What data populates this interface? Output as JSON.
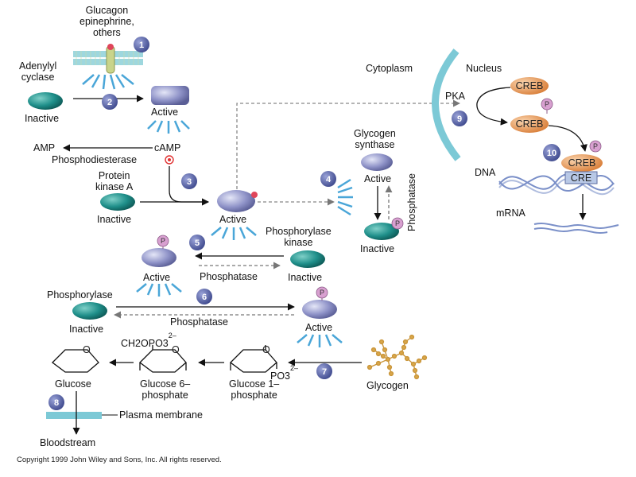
{
  "labels": {
    "hormones": [
      "Glucagon",
      "epinephrine,",
      "others"
    ],
    "adenylyl_cyclase": [
      "Adenylyl",
      "cyclase"
    ],
    "inactive_ac": "Inactive",
    "active_ac": "Active",
    "camp": "cAMP",
    "amp": "AMP",
    "phosphodiesterase": "Phosphodiesterase",
    "protein_kinase_a": [
      "Protein",
      "kinase A"
    ],
    "inactive_pka": "Inactive",
    "active_pka": "Active",
    "glycogen_synthase": [
      "Glycogen",
      "synthase"
    ],
    "gs_active": "Active",
    "gs_inactive": "Inactive",
    "gs_phosphatase": "Phosphatase",
    "phosphorylase_kinase": [
      "Phosphorylase",
      "kinase"
    ],
    "pk_inactive": "Inactive",
    "pk_active": "Active",
    "pk_phosphatase": "Phosphatase",
    "phosphorylase": "Phosphorylase",
    "ph_inactive": "Inactive",
    "ph_active": "Active",
    "ph_phosphatase": "Phosphatase",
    "glycogen": "Glycogen",
    "glucose_1_phosphate": [
      "Glucose 1–",
      "phosphate"
    ],
    "glucose_6_phosphate": [
      "Glucose 6–",
      "phosphate"
    ],
    "glucose": "Glucose",
    "ch2opo3": "CH2OPO3",
    "ch2opo3_charge": "2–",
    "po3": "PO3",
    "po3_charge": "2–",
    "plasma_membrane": "Plasma membrane",
    "bloodstream": "Bloodstream",
    "cytoplasm": "Cytoplasm",
    "nucleus": "Nucleus",
    "pka_nuclear": "PKA",
    "creb": "CREB",
    "cre": "CRE",
    "dna": "DNA",
    "mrna": "mRNA",
    "phospho_p": "P",
    "ring_o": "O"
  },
  "step_markers": [
    "1",
    "2",
    "3",
    "4",
    "5",
    "6",
    "7",
    "8",
    "9",
    "10"
  ],
  "copyright": "Copyright 1999 John Wiley and Sons, Inc. All rights reserved.",
  "colors": {
    "teal_enzyme": "#1f8f8a",
    "lavender_enzyme": "#8f93c8",
    "marker_fill": "#5b66a8",
    "spark_blue": "#4aa6d8",
    "membrane_teal": "#7cc9d6",
    "creb_orange": "#f0a060",
    "phospho_pink": "#d8a0d0",
    "cre_blue": "#b8c8e6",
    "dna_blue": "#7a8fc8",
    "glycogen_gold": "#d9a74a"
  }
}
